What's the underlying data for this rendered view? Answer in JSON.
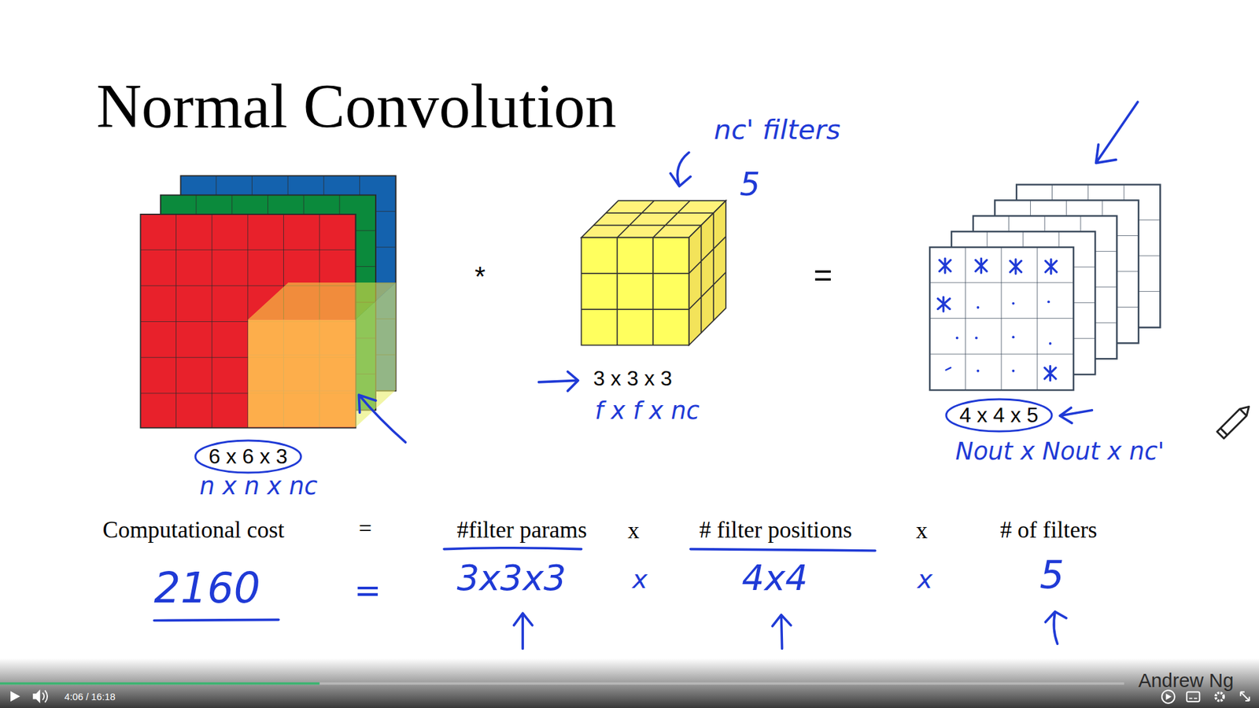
{
  "diagram": {
    "title": "Normal Convolution",
    "nodes": [
      {
        "text": [
          "6 x 6 x 3"
        ]
      },
      {
        "text": [
          "4 x 4 x 5"
        ]
      }
    ],
    "labels": [
      "nc' filters",
      "5",
      "*",
      "=",
      "3 x 3 x 3",
      "f x f x nc",
      "n x n x nc",
      "Nout x Nout x nc'",
      "Computational cost",
      "=",
      "#filter params",
      "x",
      "# filter positions",
      "x",
      "# of filters",
      "2160",
      "=",
      "3x3x3",
      "x",
      "4x4",
      "x",
      "5",
      "4:06 / 16:18",
      "Andrew Ng"
    ]
  }
}
